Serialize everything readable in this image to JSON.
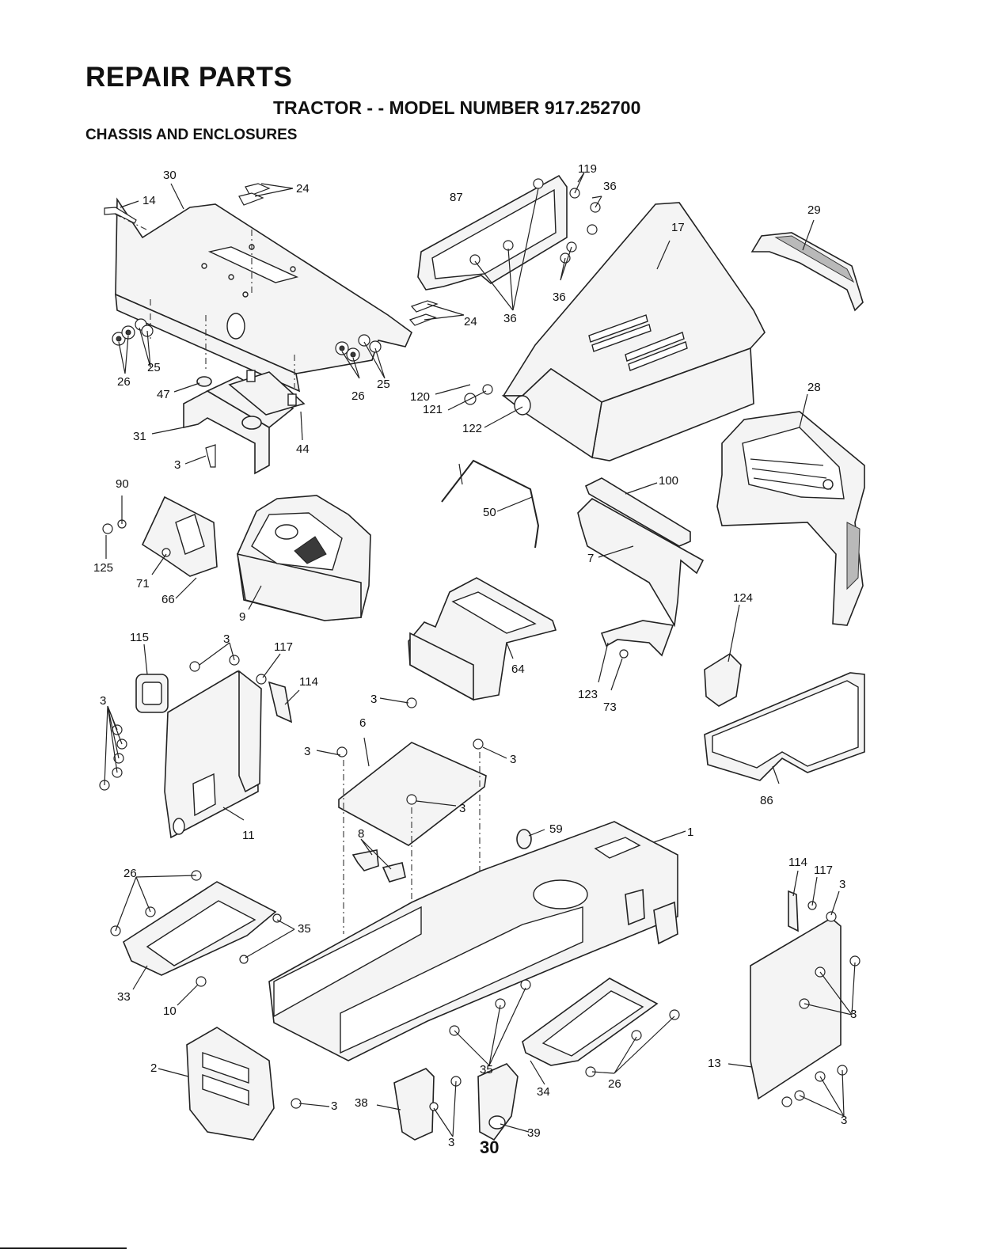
{
  "page": {
    "title": "REPAIR PARTS",
    "subtitle": "TRACTOR - - MODEL NUMBER 917.252700",
    "section": "CHASSIS AND ENCLOSURES",
    "page_number": "30"
  },
  "callouts": [
    {
      "id": "c-30",
      "text": "30"
    },
    {
      "id": "c-14",
      "text": "14"
    },
    {
      "id": "c-24a",
      "text": "24"
    },
    {
      "id": "c-24b",
      "text": "24"
    },
    {
      "id": "c-25a",
      "text": "25"
    },
    {
      "id": "c-26a",
      "text": "26"
    },
    {
      "id": "c-26b",
      "text": "26"
    },
    {
      "id": "c-25b",
      "text": "25"
    },
    {
      "id": "c-47",
      "text": "47"
    },
    {
      "id": "c-44",
      "text": "44"
    },
    {
      "id": "c-31",
      "text": "31"
    },
    {
      "id": "c-3a",
      "text": "3"
    },
    {
      "id": "c-87",
      "text": "87"
    },
    {
      "id": "c-119",
      "text": "119"
    },
    {
      "id": "c-36a",
      "text": "36"
    },
    {
      "id": "c-36b",
      "text": "36"
    },
    {
      "id": "c-36c",
      "text": "36"
    },
    {
      "id": "c-17",
      "text": "17"
    },
    {
      "id": "c-29",
      "text": "29"
    },
    {
      "id": "c-120",
      "text": "120"
    },
    {
      "id": "c-121",
      "text": "121"
    },
    {
      "id": "c-122",
      "text": "122"
    },
    {
      "id": "c-28",
      "text": "28"
    },
    {
      "id": "c-90",
      "text": "90"
    },
    {
      "id": "c-125",
      "text": "125"
    },
    {
      "id": "c-71",
      "text": "71"
    },
    {
      "id": "c-66",
      "text": "66"
    },
    {
      "id": "c-9",
      "text": "9"
    },
    {
      "id": "c-50",
      "text": "50"
    },
    {
      "id": "c-100",
      "text": "100"
    },
    {
      "id": "c-7",
      "text": "7"
    },
    {
      "id": "c-64",
      "text": "64"
    },
    {
      "id": "c-124",
      "text": "124"
    },
    {
      "id": "c-123",
      "text": "123"
    },
    {
      "id": "c-73",
      "text": "73"
    },
    {
      "id": "c-115",
      "text": "115"
    },
    {
      "id": "c-3b",
      "text": "3"
    },
    {
      "id": "c-117a",
      "text": "117"
    },
    {
      "id": "c-114a",
      "text": "114"
    },
    {
      "id": "c-3c",
      "text": "3"
    },
    {
      "id": "c-11",
      "text": "11"
    },
    {
      "id": "c-3d",
      "text": "3"
    },
    {
      "id": "c-6",
      "text": "6"
    },
    {
      "id": "c-3e",
      "text": "3"
    },
    {
      "id": "c-3f",
      "text": "3"
    },
    {
      "id": "c-3g",
      "text": "3"
    },
    {
      "id": "c-86",
      "text": "86"
    },
    {
      "id": "c-59",
      "text": "59"
    },
    {
      "id": "c-1",
      "text": "1"
    },
    {
      "id": "c-8",
      "text": "8"
    },
    {
      "id": "c-26c",
      "text": "26"
    },
    {
      "id": "c-35a",
      "text": "35"
    },
    {
      "id": "c-33",
      "text": "33"
    },
    {
      "id": "c-10",
      "text": "10"
    },
    {
      "id": "c-114b",
      "text": "114"
    },
    {
      "id": "c-117b",
      "text": "117"
    },
    {
      "id": "c-3h",
      "text": "3"
    },
    {
      "id": "c-3i",
      "text": "3"
    },
    {
      "id": "c-2",
      "text": "2"
    },
    {
      "id": "c-3j",
      "text": "3"
    },
    {
      "id": "c-35b",
      "text": "35"
    },
    {
      "id": "c-34",
      "text": "34"
    },
    {
      "id": "c-26d",
      "text": "26"
    },
    {
      "id": "c-38",
      "text": "38"
    },
    {
      "id": "c-3k",
      "text": "3"
    },
    {
      "id": "c-39",
      "text": "39"
    },
    {
      "id": "c-13",
      "text": "13"
    },
    {
      "id": "c-3l",
      "text": "3"
    }
  ]
}
